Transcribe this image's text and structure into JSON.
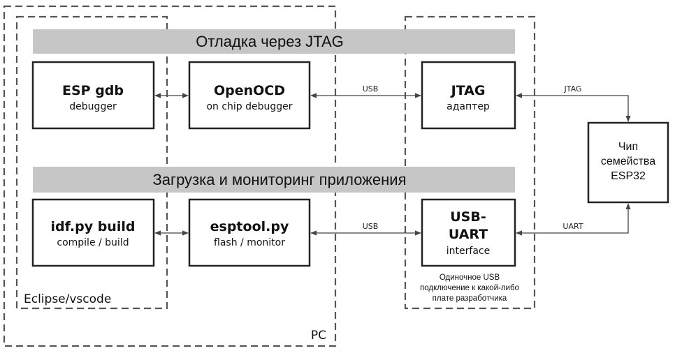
{
  "regions": {
    "pc_label": "PC",
    "ide_label": "Eclipse/vscode"
  },
  "bands": {
    "jtag_title": "Отладка через JTAG",
    "app_title": "Загрузка и мониторинг приложения"
  },
  "boxes": {
    "esp_gdb": {
      "title": "ESP gdb",
      "subtitle": "debugger"
    },
    "openocd": {
      "title": "OpenOCD",
      "subtitle": "on chip debugger"
    },
    "jtag_adapter": {
      "title": "JTAG",
      "subtitle": "адаптер"
    },
    "idf_build": {
      "title": "idf.py build",
      "subtitle": "compile / build"
    },
    "esptool": {
      "title": "esptool.py",
      "subtitle": "flash / monitor"
    },
    "usb_uart": {
      "title_line1": "USB-",
      "title_line2": "UART",
      "subtitle": "interface"
    }
  },
  "chip": {
    "line1": "Чип",
    "line2": "семейства",
    "line3": "ESP32"
  },
  "connections": {
    "openocd_jtag": "USB",
    "esptool_uart": "USB",
    "jtag_chip": "JTAG",
    "uart_chip": "UART"
  },
  "note": {
    "line1": "Одиночное USB",
    "line2": "подключение к какой-либо",
    "line3": "плате разработчика"
  }
}
